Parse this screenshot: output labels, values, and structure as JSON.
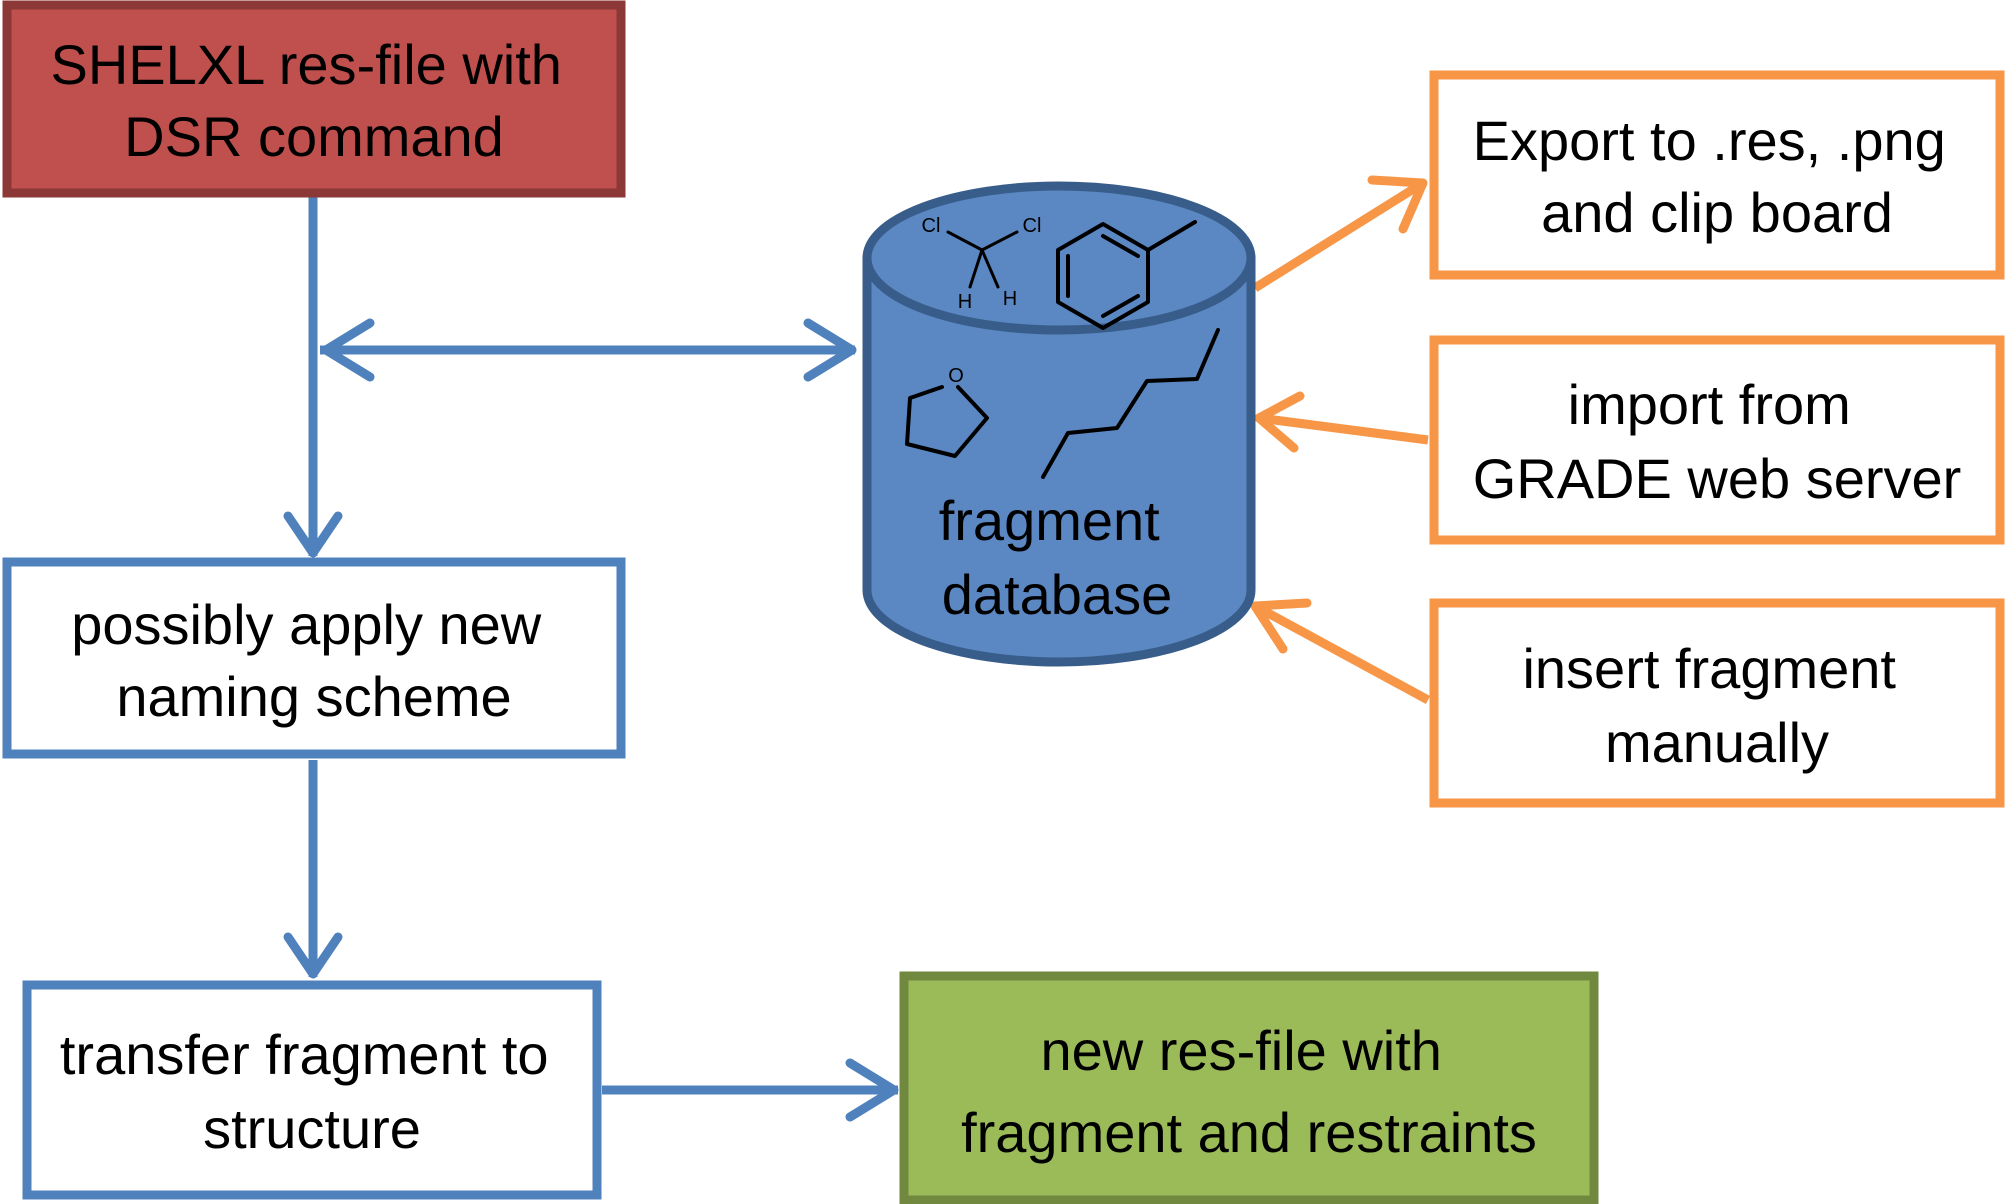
{
  "boxes": {
    "input": {
      "lines": [
        "SHELXL res-file with",
        "DSR command"
      ]
    },
    "naming": {
      "lines": [
        "possibly apply new",
        "naming scheme"
      ]
    },
    "transfer": {
      "lines": [
        "transfer fragment to",
        "structure"
      ]
    },
    "output": {
      "lines": [
        "new res-file with",
        "fragment and restraints"
      ]
    },
    "export": {
      "lines": [
        "Export to .res, .png",
        "and clip board"
      ]
    },
    "import": {
      "lines": [
        "import from",
        "GRADE web server"
      ]
    },
    "insert": {
      "lines": [
        "insert fragment",
        "manually"
      ]
    }
  },
  "database": {
    "lines": [
      "fragment",
      "database"
    ],
    "atom_labels": {
      "cl1": "Cl",
      "cl2": "Cl",
      "h1": "H",
      "h2": "H",
      "o": "O"
    }
  },
  "colors": {
    "input_fill": "#c0504d",
    "input_border": "#8c3836",
    "blue_border": "#4f81bd",
    "db_fill": "#5b88c3",
    "db_border": "#385d8a",
    "orange": "#f79646",
    "output_fill": "#9bbb59",
    "output_border": "#71893f"
  }
}
